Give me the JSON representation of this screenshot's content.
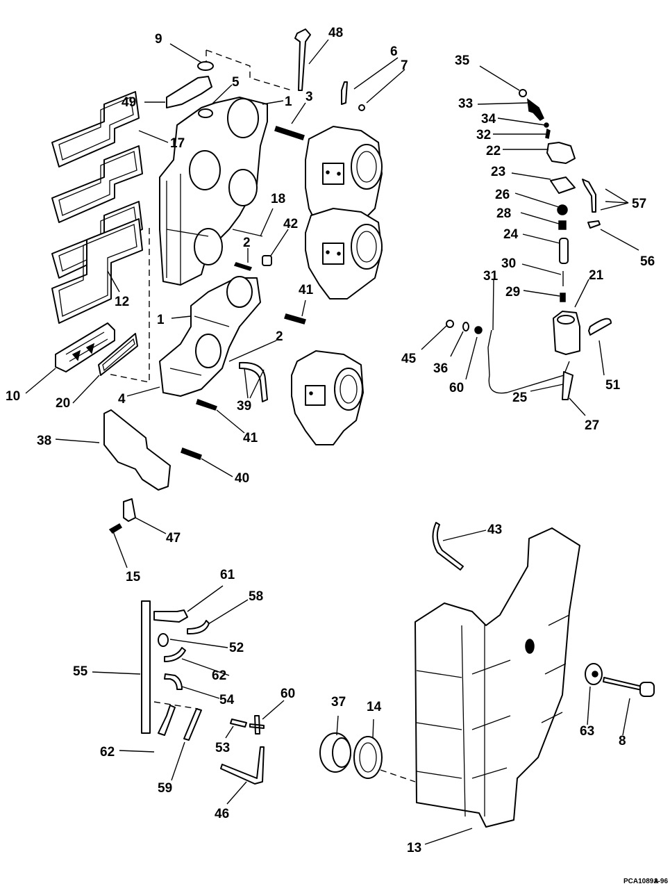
{
  "figure": {
    "code": "PCA1089A",
    "date": "3-96",
    "colors": {
      "ink": "#000000",
      "paper": "#ffffff"
    }
  },
  "callouts": [
    {
      "id": "c9",
      "label": "9"
    },
    {
      "id": "c48",
      "label": "48"
    },
    {
      "id": "c6",
      "label": "6"
    },
    {
      "id": "c7",
      "label": "7"
    },
    {
      "id": "c5",
      "label": "5"
    },
    {
      "id": "c49",
      "label": "49"
    },
    {
      "id": "c1a",
      "label": "1"
    },
    {
      "id": "c3",
      "label": "3"
    },
    {
      "id": "c17",
      "label": "17"
    },
    {
      "id": "c18",
      "label": "18"
    },
    {
      "id": "c42",
      "label": "42"
    },
    {
      "id": "c2a",
      "label": "2"
    },
    {
      "id": "c12",
      "label": "12"
    },
    {
      "id": "c41a",
      "label": "41"
    },
    {
      "id": "c1b",
      "label": "1"
    },
    {
      "id": "c2b",
      "label": "2"
    },
    {
      "id": "c10",
      "label": "10"
    },
    {
      "id": "c20",
      "label": "20"
    },
    {
      "id": "c4",
      "label": "4"
    },
    {
      "id": "c39",
      "label": "39"
    },
    {
      "id": "c41b",
      "label": "41"
    },
    {
      "id": "c38",
      "label": "38"
    },
    {
      "id": "c40",
      "label": "40"
    },
    {
      "id": "c47",
      "label": "47"
    },
    {
      "id": "c15",
      "label": "15"
    },
    {
      "id": "c35",
      "label": "35"
    },
    {
      "id": "c33",
      "label": "33"
    },
    {
      "id": "c34",
      "label": "34"
    },
    {
      "id": "c32",
      "label": "32"
    },
    {
      "id": "c22",
      "label": "22"
    },
    {
      "id": "c23",
      "label": "23"
    },
    {
      "id": "c26",
      "label": "26"
    },
    {
      "id": "c57",
      "label": "57"
    },
    {
      "id": "c28",
      "label": "28"
    },
    {
      "id": "c24",
      "label": "24"
    },
    {
      "id": "c56",
      "label": "56"
    },
    {
      "id": "c30",
      "label": "30"
    },
    {
      "id": "c31",
      "label": "31"
    },
    {
      "id": "c21",
      "label": "21"
    },
    {
      "id": "c29",
      "label": "29"
    },
    {
      "id": "c45",
      "label": "45"
    },
    {
      "id": "c36",
      "label": "36"
    },
    {
      "id": "c60a",
      "label": "60"
    },
    {
      "id": "c51",
      "label": "51"
    },
    {
      "id": "c25",
      "label": "25"
    },
    {
      "id": "c27",
      "label": "27"
    },
    {
      "id": "c43",
      "label": "43"
    },
    {
      "id": "c61",
      "label": "61"
    },
    {
      "id": "c58",
      "label": "58"
    },
    {
      "id": "c52",
      "label": "52"
    },
    {
      "id": "c55",
      "label": "55"
    },
    {
      "id": "c62a",
      "label": "62"
    },
    {
      "id": "c54",
      "label": "54"
    },
    {
      "id": "c60b",
      "label": "60"
    },
    {
      "id": "c37",
      "label": "37"
    },
    {
      "id": "c14",
      "label": "14"
    },
    {
      "id": "c63",
      "label": "63"
    },
    {
      "id": "c8",
      "label": "8"
    },
    {
      "id": "c62b",
      "label": "62"
    },
    {
      "id": "c53",
      "label": "53"
    },
    {
      "id": "c59",
      "label": "59"
    },
    {
      "id": "c46",
      "label": "46"
    },
    {
      "id": "c13",
      "label": "13"
    }
  ]
}
